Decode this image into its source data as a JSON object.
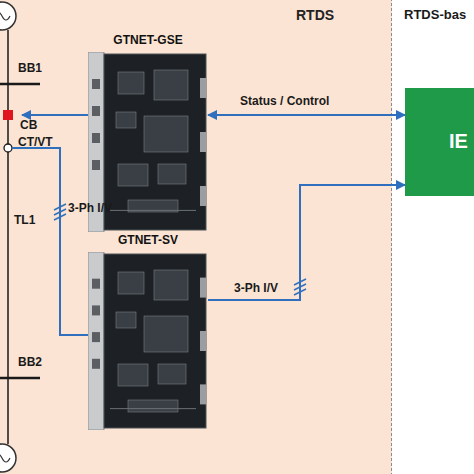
{
  "diagram": {
    "nodes": [
      {
        "text": [
          "RTDS"
        ]
      },
      {
        "text": [
          "GTNET-GSE"
        ],
        "in": 0
      },
      {
        "text": [
          "GTNET-SV"
        ],
        "in": 0
      },
      {
        "text": [
          "IE"
        ]
      }
    ],
    "edges": [
      {
        "from": 1,
        "to": 3,
        "label": "Status / Control",
        "arrow": "both"
      },
      {
        "from": 2,
        "to": 3,
        "label": "3-Ph I/V",
        "arrow": "to"
      }
    ],
    "labels": [
      "RTDS-bas",
      "BB1",
      "CB",
      "CT/VT",
      "TL1",
      "3-Ph I/V",
      "BB2"
    ]
  }
}
